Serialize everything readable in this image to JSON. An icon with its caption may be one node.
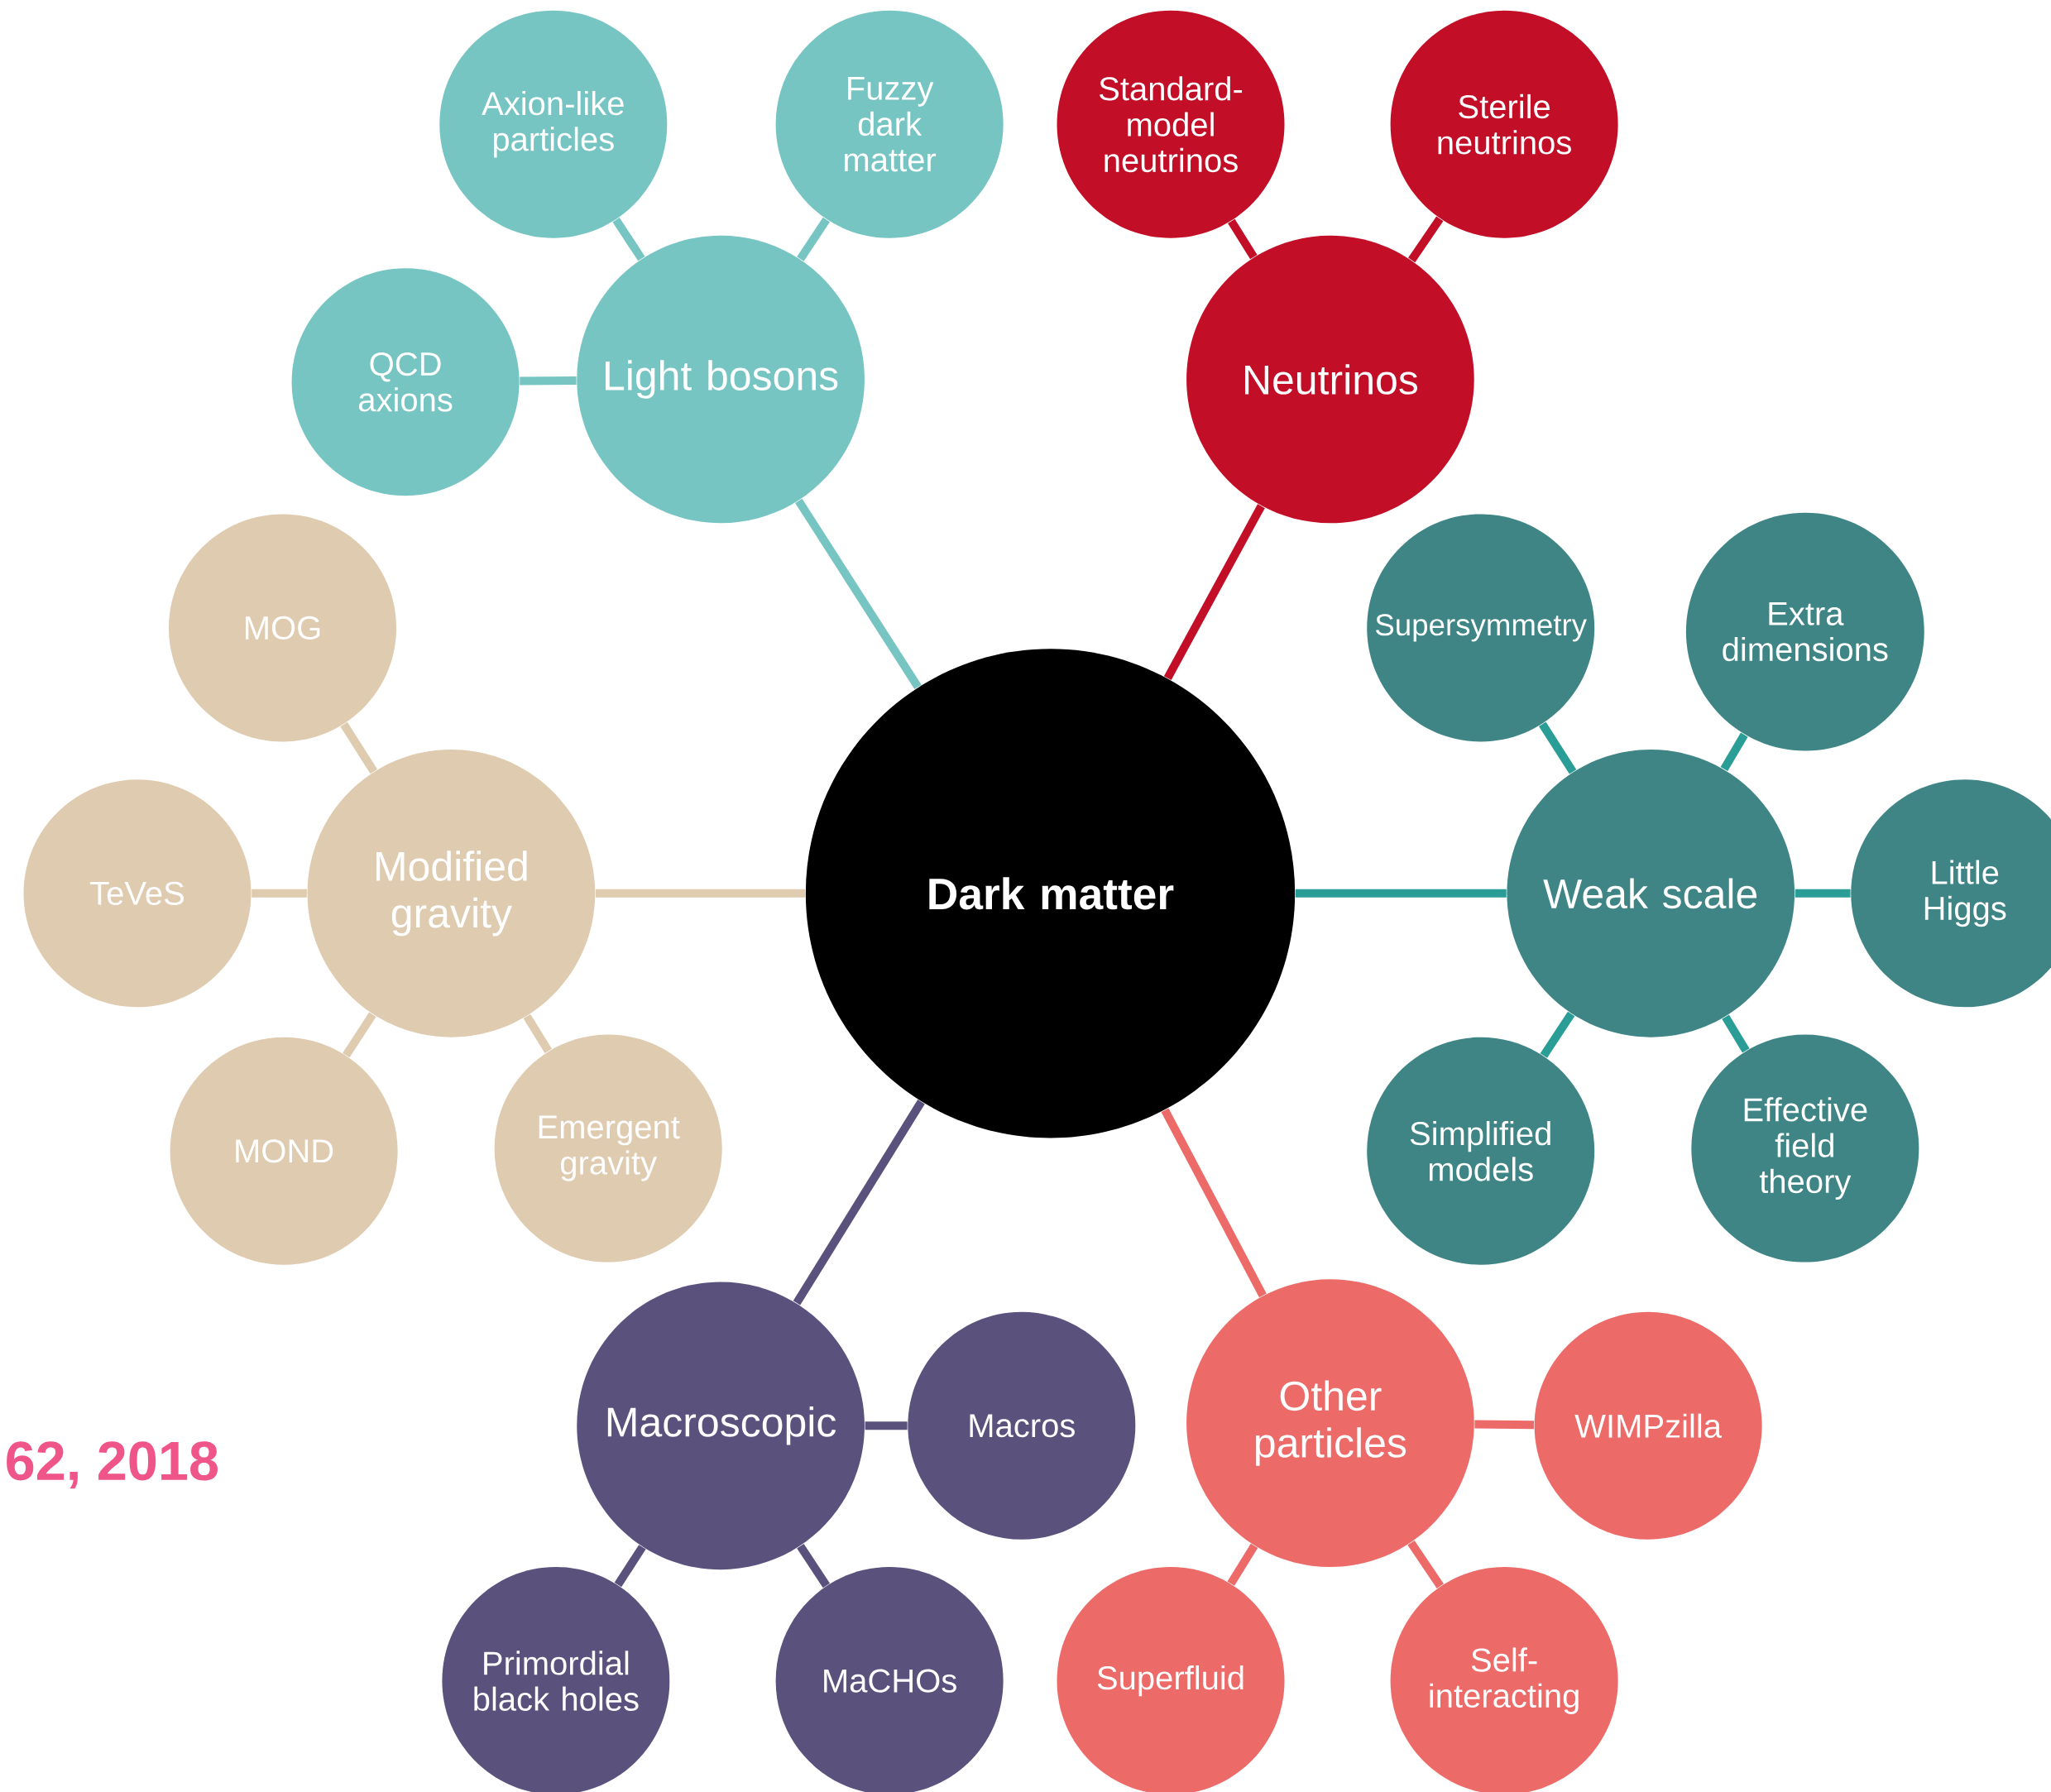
{
  "diagram": {
    "nodes": [
      {
        "text": [
          "Dark matter"
        ]
      },
      {
        "text": [
          "Light bosons"
        ]
      },
      {
        "text": [
          "Axion-like particles"
        ]
      },
      {
        "text": [
          "Fuzzy dark matter"
        ]
      },
      {
        "text": [
          "QCD axions"
        ]
      },
      {
        "text": [
          "Neutrinos"
        ]
      },
      {
        "text": [
          "Standard-model neutrinos"
        ]
      },
      {
        "text": [
          "Sterile neutrinos"
        ]
      },
      {
        "text": [
          "Modified gravity"
        ]
      },
      {
        "text": [
          "MOG"
        ]
      },
      {
        "text": [
          "TeVeS"
        ]
      },
      {
        "text": [
          "MOND"
        ]
      },
      {
        "text": [
          "Emergent gravity"
        ]
      },
      {
        "text": [
          "Weak scale"
        ]
      },
      {
        "text": [
          "Supersymmetry"
        ]
      },
      {
        "text": [
          "Extra dimensions"
        ]
      },
      {
        "text": [
          "Little Higgs"
        ]
      },
      {
        "text": [
          "Simplified models"
        ]
      },
      {
        "text": [
          "Effective field theory"
        ]
      },
      {
        "text": [
          "Macroscopic"
        ]
      },
      {
        "text": [
          "Macros"
        ]
      },
      {
        "text": [
          "Primordial black holes"
        ]
      },
      {
        "text": [
          "MaCHOs"
        ]
      },
      {
        "text": [
          "Other particles"
        ]
      },
      {
        "text": [
          "WIMPzilla"
        ]
      },
      {
        "text": [
          "Superfluid"
        ]
      },
      {
        "text": [
          "Self-interacting"
        ]
      }
    ],
    "edges": [
      {
        "from": 0,
        "to": 1,
        "arrow": "none",
        "color": "#76c5c3"
      },
      {
        "from": 1,
        "to": 2,
        "arrow": "none",
        "color": "#76c5c3"
      },
      {
        "from": 1,
        "to": 3,
        "arrow": "none",
        "color": "#76c5c3"
      },
      {
        "from": 1,
        "to": 4,
        "arrow": "none",
        "color": "#76c5c3"
      },
      {
        "from": 0,
        "to": 5,
        "arrow": "none",
        "color": "#c20e26"
      },
      {
        "from": 5,
        "to": 6,
        "arrow": "none",
        "color": "#c20e26"
      },
      {
        "from": 5,
        "to": 7,
        "arrow": "none",
        "color": "#c20e26"
      },
      {
        "from": 0,
        "to": 8,
        "arrow": "none",
        "color": "#dfcbb0"
      },
      {
        "from": 8,
        "to": 9,
        "arrow": "none",
        "color": "#dfcbb0"
      },
      {
        "from": 8,
        "to": 10,
        "arrow": "none",
        "color": "#dfcbb0"
      },
      {
        "from": 8,
        "to": 11,
        "arrow": "none",
        "color": "#dfcbb0"
      },
      {
        "from": 8,
        "to": 12,
        "arrow": "none",
        "color": "#dfcbb0"
      },
      {
        "from": 0,
        "to": 13,
        "arrow": "none",
        "color": "#2a9d96"
      },
      {
        "from": 13,
        "to": 14,
        "arrow": "none",
        "color": "#2a9d96"
      },
      {
        "from": 13,
        "to": 15,
        "arrow": "none",
        "color": "#2a9d96"
      },
      {
        "from": 13,
        "to": 16,
        "arrow": "none",
        "color": "#2a9d96"
      },
      {
        "from": 13,
        "to": 17,
        "arrow": "none",
        "color": "#2a9d96"
      },
      {
        "from": 13,
        "to": 18,
        "arrow": "none",
        "color": "#2a9d96"
      },
      {
        "from": 0,
        "to": 19,
        "arrow": "none",
        "color": "#5a527d"
      },
      {
        "from": 19,
        "to": 20,
        "arrow": "none",
        "color": "#5a527d"
      },
      {
        "from": 19,
        "to": 21,
        "arrow": "none",
        "color": "#5a527d"
      },
      {
        "from": 19,
        "to": 22,
        "arrow": "none",
        "color": "#5a527d"
      },
      {
        "from": 0,
        "to": 23,
        "arrow": "none",
        "color": "#ec6b69"
      },
      {
        "from": 23,
        "to": 24,
        "arrow": "none",
        "color": "#ec6b69"
      },
      {
        "from": 23,
        "to": 25,
        "arrow": "none",
        "color": "#ec6b69"
      },
      {
        "from": 23,
        "to": 26,
        "arrow": "none",
        "color": "#ec6b69"
      }
    ],
    "labels": [
      "62, 2018"
    ]
  }
}
